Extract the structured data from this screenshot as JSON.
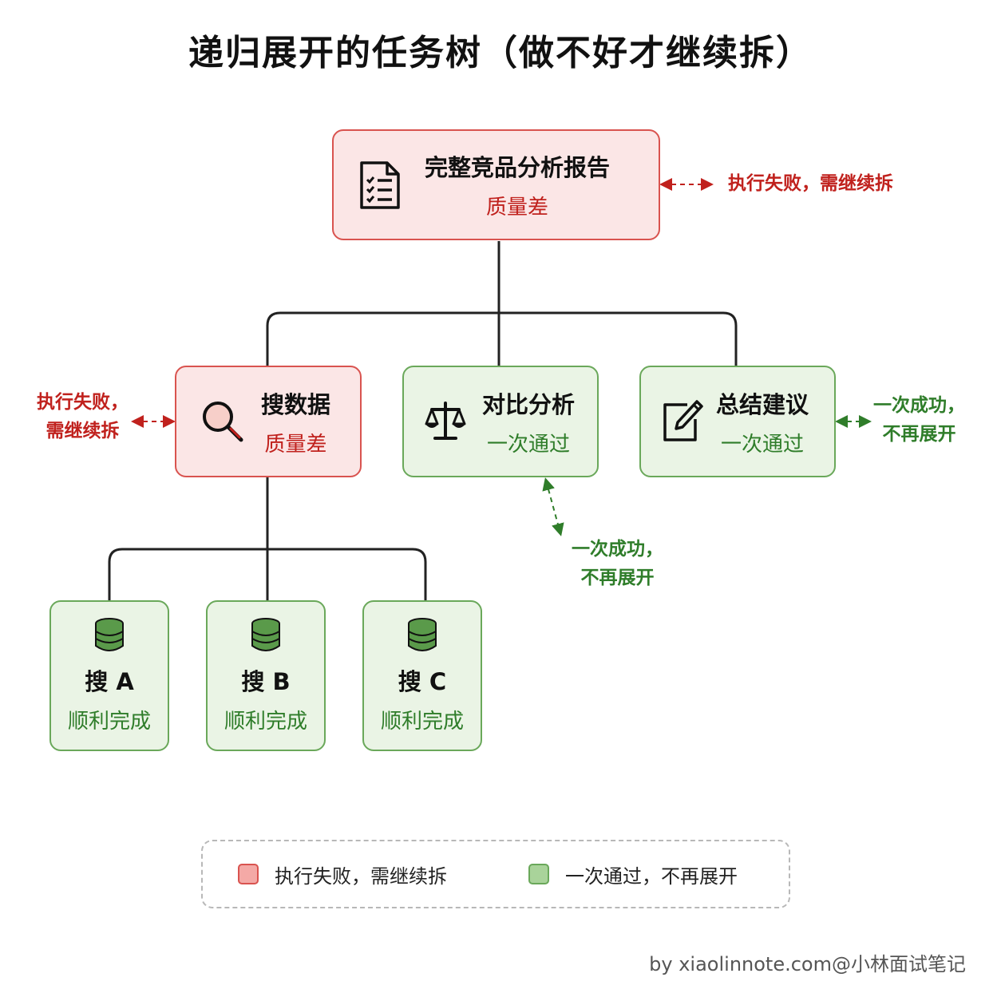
{
  "title": "递归展开的任务树（做不好才继续拆）",
  "colors": {
    "fail": "#c0211d",
    "pass": "#2f7d2a",
    "fail_fill": "#fbe6e6",
    "pass_fill": "#eaf4e5"
  },
  "root": {
    "label": "完整竞品分析报告",
    "status": "质量差",
    "icon": "document-checklist-icon",
    "note": "执行失败，需继续拆"
  },
  "level1": [
    {
      "label": "搜数据",
      "status": "质量差",
      "icon": "magnifier-icon",
      "note_line1": "执行失败，",
      "note_line2": "需继续拆"
    },
    {
      "label": "对比分析",
      "status": "一次通过",
      "icon": "scale-icon",
      "note_line1": "一次成功，",
      "note_line2": "不再展开"
    },
    {
      "label": "总结建议",
      "status": "一次通过",
      "icon": "pencil-note-icon",
      "note_line1": "一次成功，",
      "note_line2": "不再展开"
    }
  ],
  "level2": [
    {
      "label": "搜 A",
      "status": "顺利完成",
      "icon": "database-icon"
    },
    {
      "label": "搜 B",
      "status": "顺利完成",
      "icon": "database-icon"
    },
    {
      "label": "搜 C",
      "status": "顺利完成",
      "icon": "database-icon"
    }
  ],
  "legend": [
    {
      "label": "执行失败，需继续拆"
    },
    {
      "label": "一次通过，不再展开"
    }
  ],
  "footer": "by xiaolinnote.com@小林面试笔记"
}
